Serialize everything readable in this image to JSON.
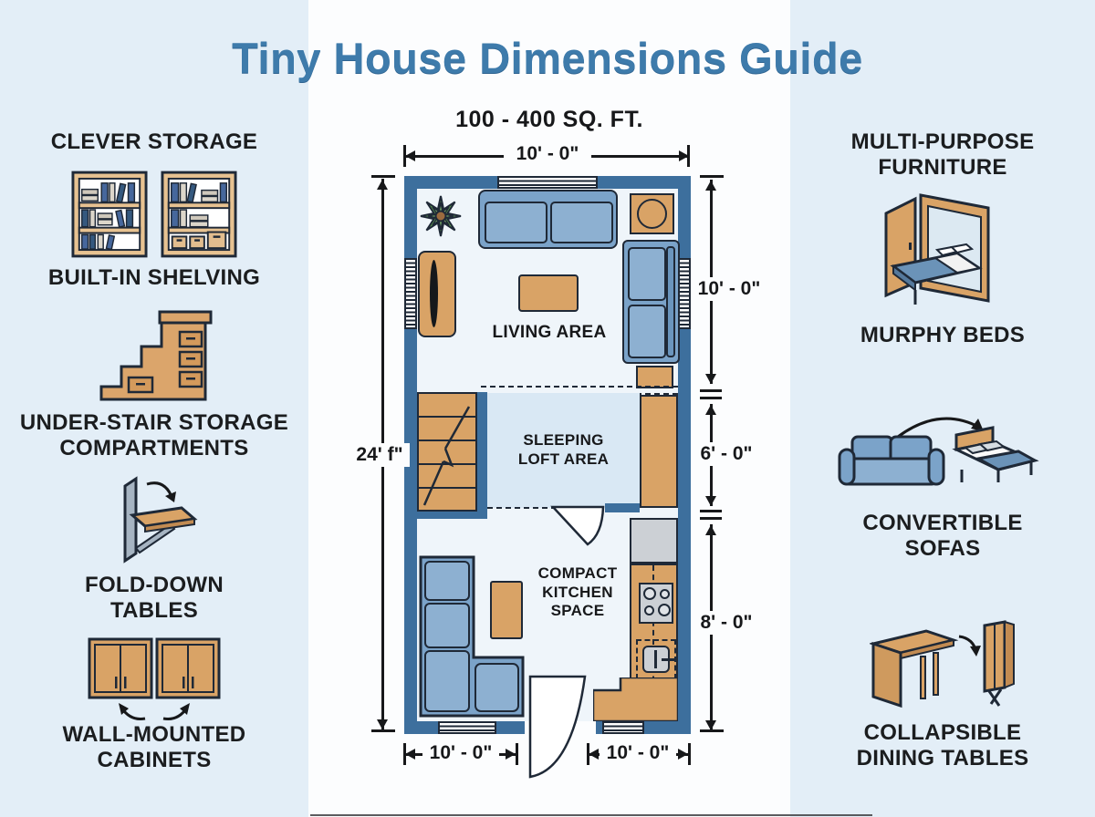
{
  "title": "Tiny House Dimensions Guide",
  "subtitle": "100 - 400 SQ. FT.",
  "left_panel": {
    "heading": "CLEVER STORAGE",
    "items": [
      {
        "label": "BUILT-IN SHELVING",
        "icon": "bookshelf-icon"
      },
      {
        "label": "UNDER-STAIR STORAGE COMPARTMENTS",
        "icon": "under-stair-storage-icon"
      },
      {
        "label": "FOLD-DOWN TABLES",
        "icon": "fold-down-table-icon"
      },
      {
        "label": "WALL-MOUNTED CABINETS",
        "icon": "wall-cabinets-icon"
      }
    ]
  },
  "right_panel": {
    "heading": "MULTI-PURPOSE FURNITURE",
    "items": [
      {
        "label": "MURPHY BEDS",
        "icon": "murphy-bed-icon"
      },
      {
        "label": "CONVERTIBLE SOFAS",
        "icon": "convertible-sofa-icon"
      },
      {
        "label": "COLLAPSIBLE DINING TABLES",
        "icon": "collapsible-table-icon"
      }
    ]
  },
  "floor_plan": {
    "labels": {
      "living": "LIVING AREA",
      "loft": "SLEEPING LOFT AREA",
      "kitchen": "COMPACT KITCHEN SPACE"
    },
    "dimensions": {
      "top": "10' - 0\"",
      "left": "24' f\"",
      "right_top": "10' - 0\"",
      "right_mid": "6' - 0\"",
      "right_bottom": "8' - 0\"",
      "bottom_left": "10' - 0\"",
      "bottom_right": "10' - 0\""
    }
  },
  "colors": {
    "title": "#3e7bab",
    "wall": "#3d6f9d",
    "wood": "#d9a366",
    "furniture_blue": "#7ba3c9",
    "panel_bg": "#e3eef7",
    "loft_fill": "#d9e8f4",
    "appliance_gray": "#ccd0d5",
    "text": "#17181a"
  }
}
